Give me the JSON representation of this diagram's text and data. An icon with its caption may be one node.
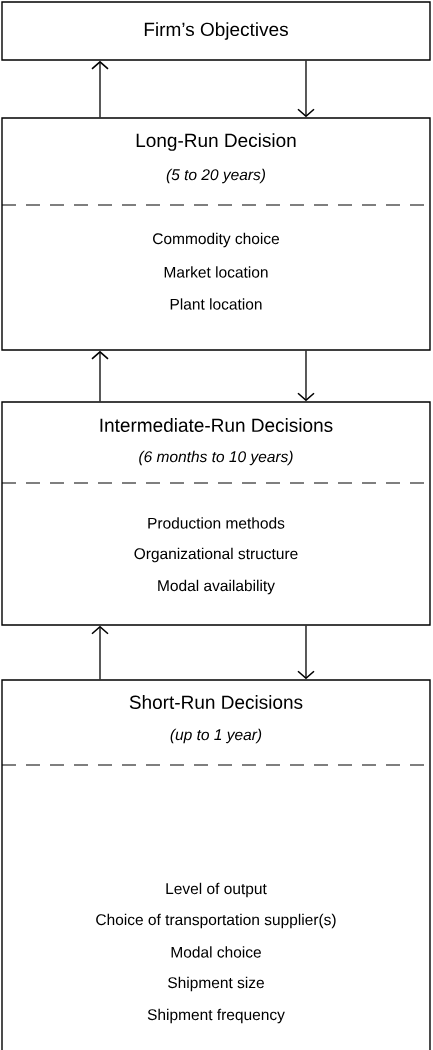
{
  "diagram": {
    "nodes": [
      {
        "text": [
          "Firm’s Objectives"
        ]
      },
      {
        "text": [
          "Long-Run Decision",
          "(5 to 20 years)",
          "Commodity choice",
          "Market location",
          "Plant location"
        ]
      },
      {
        "text": [
          "Intermediate-Run Decisions",
          "(6 months to 10 years)",
          "Production methods",
          "Organizational structure",
          "Modal availability"
        ]
      },
      {
        "text": [
          "Short-Run Decisions",
          "(up to 1 year)",
          "Level of output",
          "Choice of transportation supplier(s)",
          "Modal choice",
          "Shipment size",
          "Shipment frequency"
        ]
      }
    ],
    "edges": [
      {
        "from": 1,
        "to": 0,
        "arrow": "to"
      },
      {
        "from": 0,
        "to": 1,
        "arrow": "to"
      },
      {
        "from": 2,
        "to": 1,
        "arrow": "to"
      },
      {
        "from": 1,
        "to": 2,
        "arrow": "to"
      },
      {
        "from": 3,
        "to": 2,
        "arrow": "to"
      },
      {
        "from": 2,
        "to": 3,
        "arrow": "to"
      }
    ]
  }
}
